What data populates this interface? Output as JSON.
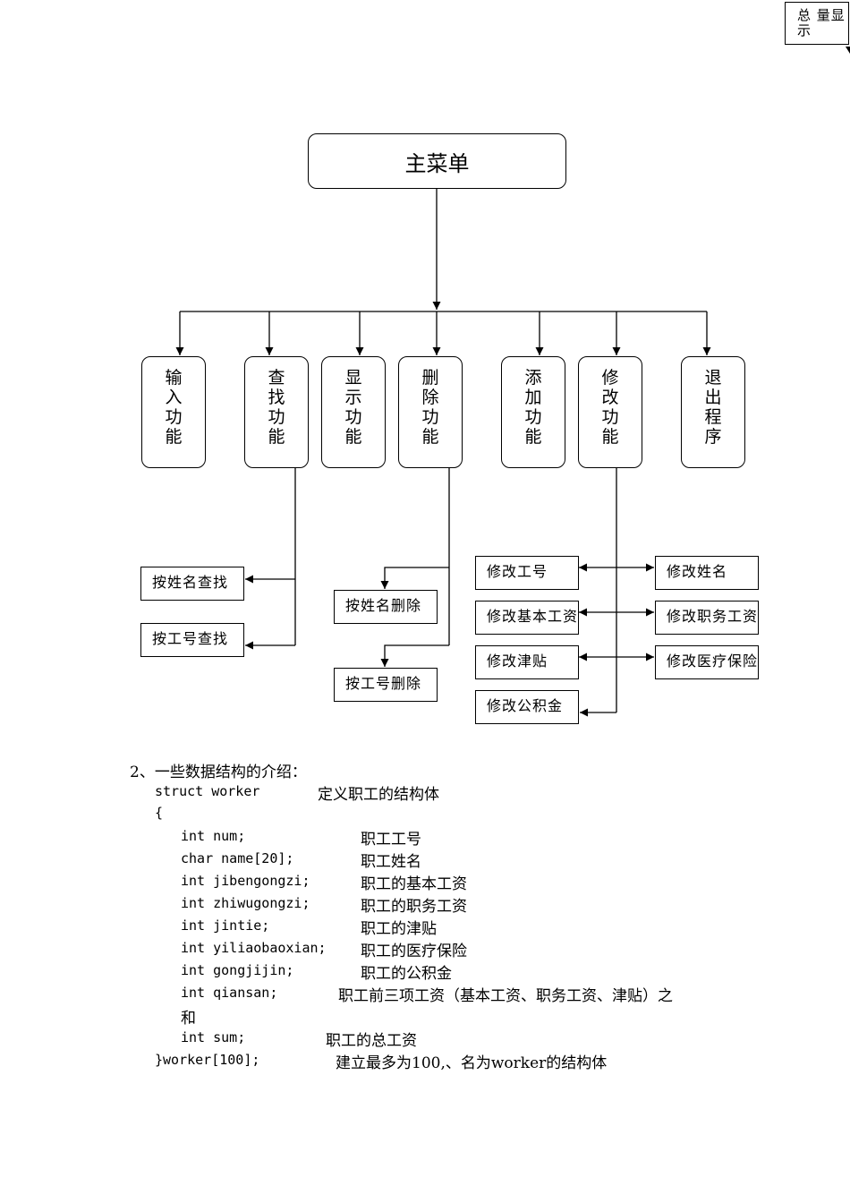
{
  "corner_note": "总 量显示",
  "diagram": {
    "root": "主菜单",
    "functions": [
      {
        "id": "input",
        "chars": [
          "输",
          "入",
          "功",
          "能"
        ]
      },
      {
        "id": "search",
        "chars": [
          "查",
          "找",
          "功",
          "能"
        ]
      },
      {
        "id": "display",
        "chars": [
          "显",
          "示",
          "功",
          "能"
        ]
      },
      {
        "id": "delete",
        "chars": [
          "删",
          "除",
          "功",
          "能"
        ]
      },
      {
        "id": "add",
        "chars": [
          "添",
          "加",
          "功",
          "能"
        ]
      },
      {
        "id": "modify",
        "chars": [
          "修",
          "改",
          "功",
          "能"
        ]
      },
      {
        "id": "exit",
        "chars": [
          "退",
          "出",
          "程",
          "序"
        ]
      }
    ],
    "search_sub": [
      "按姓名查找",
      "按工号查找"
    ],
    "delete_sub": [
      "按姓名删除",
      "按工号删除"
    ],
    "modify_sub": [
      "修改工号",
      "修改姓名",
      "修改基本工资",
      "修改职务工资",
      "修改津贴",
      "修改医疗保险",
      "修改公积金"
    ]
  },
  "section": {
    "heading": "2、一些数据结构的介绍：",
    "struct_line": {
      "code": "struct worker",
      "comment": "定义职工的结构体"
    },
    "open_brace": "{",
    "fields": [
      {
        "code": "int num;",
        "comment": "职工工号"
      },
      {
        "code": "char name[20];",
        "comment": "职工姓名"
      },
      {
        "code": "int jibengongzi;",
        "comment": "职工的基本工资"
      },
      {
        "code": "int zhiwugongzi;",
        "comment": "职工的职务工资"
      },
      {
        "code": "int jintie;",
        "comment": "职工的津贴"
      },
      {
        "code": "int yiliaobaoxian;",
        "comment": "职工的医疗保险"
      },
      {
        "code": "int gongjijin;",
        "comment": "职工的公积金"
      },
      {
        "code": "int qiansan;",
        "comment": "职工前三项工资（基本工资、职务工资、津贴）之"
      },
      {
        "code": "",
        "comment": "和"
      },
      {
        "code": "int sum;",
        "comment": "职工的总工资"
      }
    ],
    "close_line": {
      "code": "}worker[100];",
      "comment": "建立最多为100,、名为worker的结构体"
    }
  }
}
